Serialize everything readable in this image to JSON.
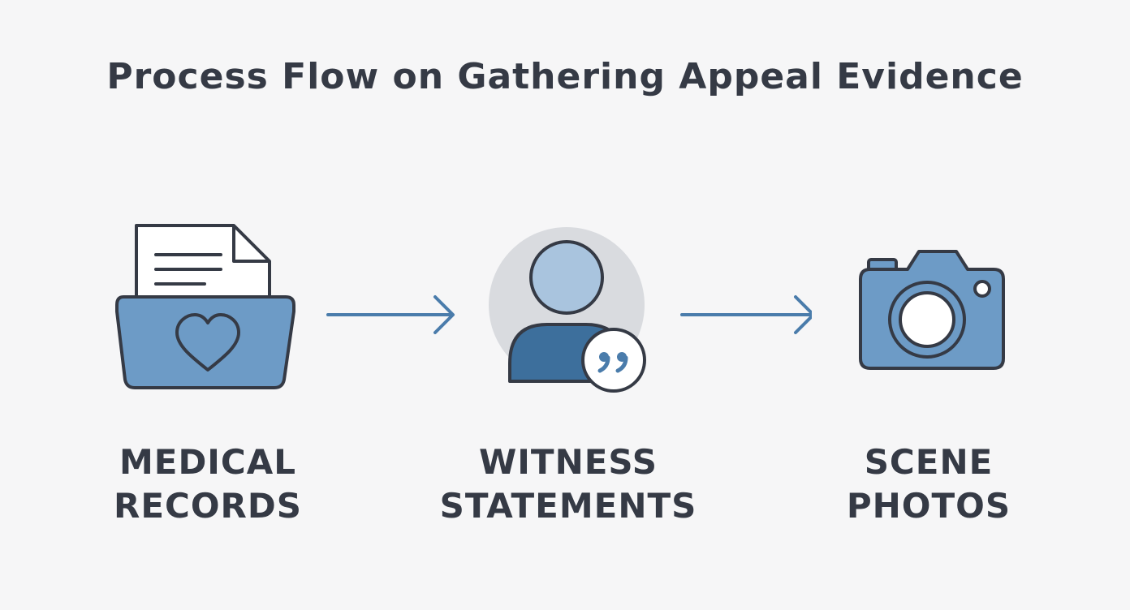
{
  "title": "Process Flow on Gathering Appeal Evidence",
  "colors": {
    "background": "#f6f6f7",
    "text": "#353a45",
    "primary_blue": "#6d9bc6",
    "light_blue": "#a9c4de",
    "dark_blue": "#3d6f9c",
    "accent_blue": "#4a7cab",
    "outline": "#353a45",
    "circle_bg": "#d9dbdf"
  },
  "steps": [
    {
      "icon": "folder-medical-icon",
      "label_line1": "MEDICAL",
      "label_line2": "RECORDS"
    },
    {
      "icon": "witness-person-icon",
      "label_line1": "WITNESS",
      "label_line2": "STATEMENTS"
    },
    {
      "icon": "camera-icon",
      "label_line1": "SCENE",
      "label_line2": "PHOTOS"
    }
  ]
}
